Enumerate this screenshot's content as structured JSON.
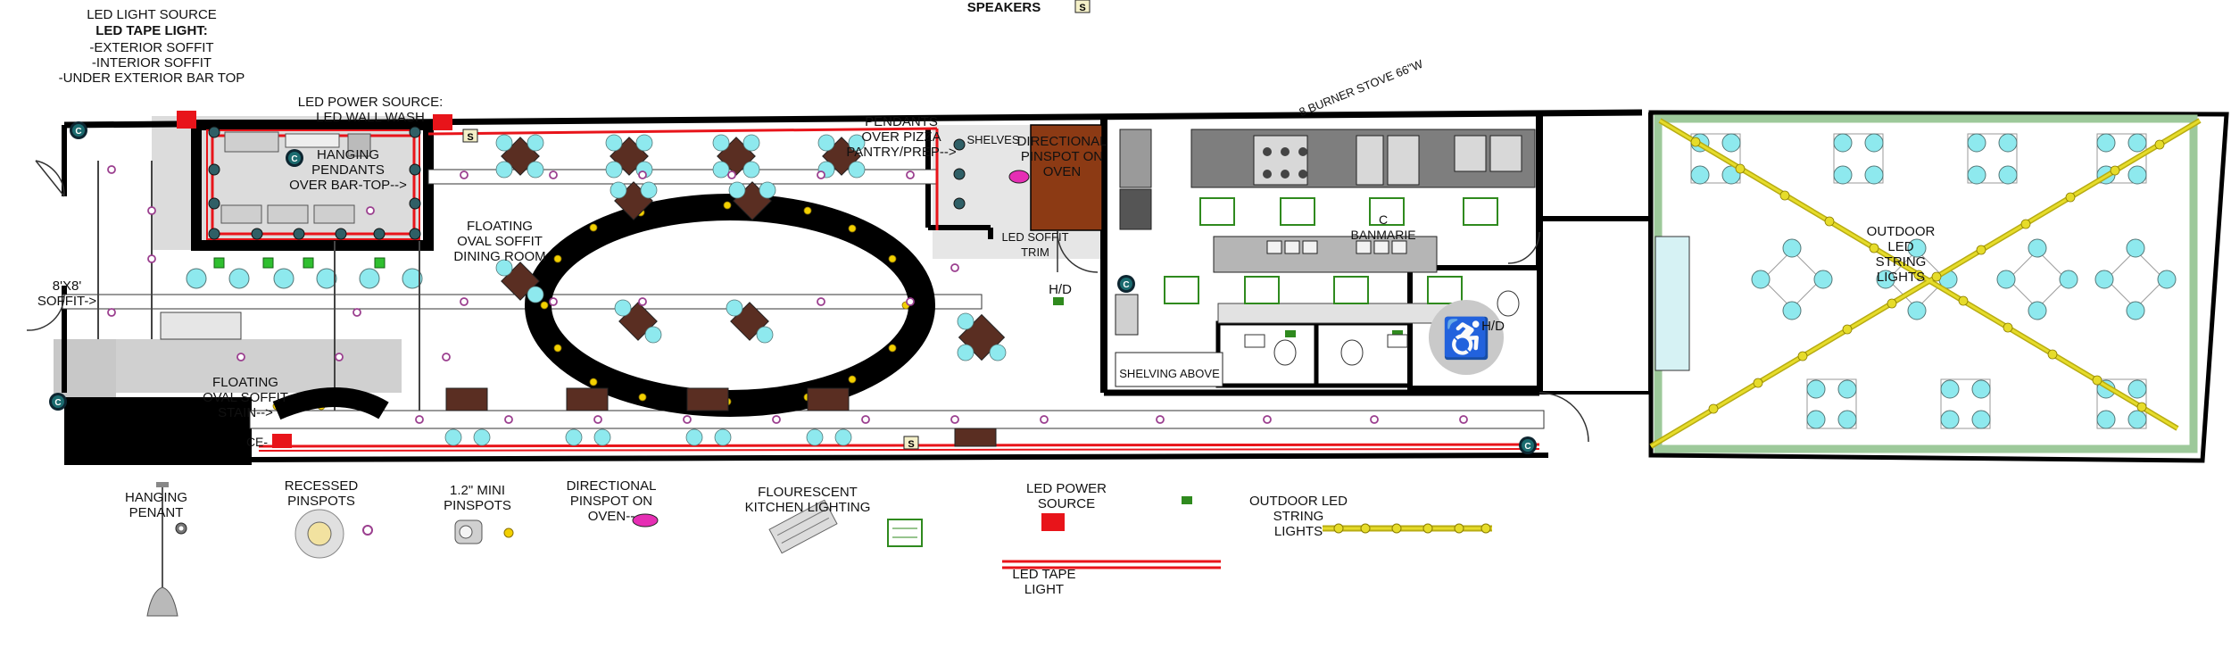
{
  "labels": {
    "led_source_title": "LED LIGHT SOURCE",
    "led_tape_title": "LED TAPE LIGHT:",
    "led_source_items": "-EXTERIOR SOFFIT\n-INTERIOR SOFFIT\n-UNDER EXTERIOR BAR TOP",
    "led_power_top": "LED POWER SOURCE:\nLED WALL WASH",
    "hanging_pendants": "HANGING\nPENDANTS\nOVER BAR-TOP-->",
    "floating_oval_soffit": "FLOATING\nOVAL SOFFIT\nDINING ROOM",
    "pendants_pizza": "PENDANTS\nOVER PIZZA\nPANTRY/PREP-->",
    "shelves": "SHELVES",
    "directional_pinspot": "DIRECTIONAL\nPINSPOT ON\nOVEN",
    "led_soffit_trim": "LED SOFFIT\nTRIM",
    "burner_stove": "8 BURNER STOVE 66\"W",
    "banmarie": "C\nBANMARIE",
    "hd_left": "H/D",
    "hd_right": "H/D",
    "soffit_8x8": "8'X8'\nSOFFIT->",
    "floating_oval_lower": "FLOATING\nOVAL SOFFIT\nSTAIN-->",
    "shelving_above": "SHELVING ABOVE",
    "outdoor_led_string": "OUTDOOR\nLED\nSTRING\nLIGHTS",
    "speakers": "SPEAKERS",
    "speaker_symbol": "S",
    "camera_symbol": "C",
    "ce": "CE-",
    "legend_hanging": "HANGING\nPENANT",
    "legend_recessed": "RECESSED\nPINSPOTS",
    "legend_mini": "1.2\" MINI\nPINSPOTS",
    "legend_directional": "DIRECTIONAL\nPINSPOT ON\nOVEN--",
    "legend_fluorescent": "FLOURESCENT\nKITCHEN LIGHTING",
    "legend_power": "LED POWER\nSOURCE",
    "legend_tape": "LED TAPE\nLIGHT",
    "legend_outdoor": "OUTDOOR LED\nSTRING\nLIGHTS"
  },
  "colors": {
    "wall": "#000000",
    "led_tape": "#e8141a",
    "led_power": "#e8141a",
    "chair": "#8ee9ee",
    "table_dark": "#5a2e22",
    "pinspot_recessed": "#9b3f8f",
    "pinspot_mini": "#f2d000",
    "oven": "#8c3a14",
    "directional": "#e62eb4",
    "fluorescent": "#2f8a1e",
    "patio_border": "#9dc99a",
    "string_light": "#e6dc2a",
    "accessible": "#bdbdbd",
    "floor_gray": "#c8c8c8"
  },
  "icons": [
    "camera-icon",
    "speaker-icon",
    "accessible-icon",
    "door-swing-icon",
    "pendant-icon",
    "pinspot-icon"
  ]
}
